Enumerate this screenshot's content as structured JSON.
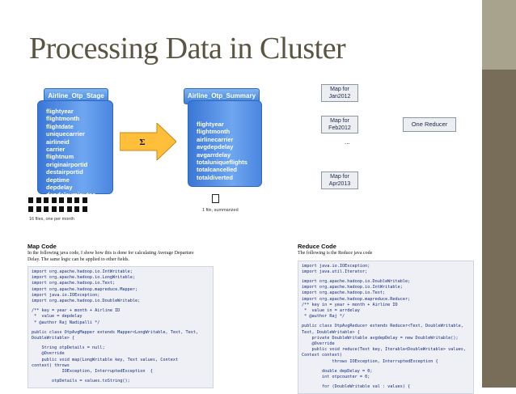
{
  "slide": {
    "title": "Processing Data in Cluster",
    "colors": {
      "title": "#5c5443",
      "sidebar": "#786d59",
      "sidebar_top": "#a8a38c",
      "table_blue": "#4b86e0"
    }
  },
  "source_table": {
    "name": "Airline_Otp_Stage",
    "fields": [
      "flightyear",
      "flightmonth",
      "flightdate",
      "uniquecarrier",
      "airlineid",
      "carrier",
      "flightnum",
      "originairportid",
      "destairportid",
      "deptime",
      "depdelay",
      "depdelayminutes"
    ],
    "caption": "16 files, one per month"
  },
  "arrow": {
    "symbol": "Σ"
  },
  "summary_table": {
    "name": "Airline_Otp_Summary",
    "fields": [
      "flightyear",
      "flightmonth",
      "airlinecarrier",
      "avgdepdelay",
      "avgarrdelay",
      "totaluniqueflights",
      "totalcancelled",
      "totaldiverted"
    ],
    "caption": "1 file, summarized"
  },
  "mappers": [
    {
      "line1": "Map for",
      "line2": "Jan2012"
    },
    {
      "line1": "Map for",
      "line2": "Feb2012"
    },
    {
      "line1": "Map for",
      "line2": "Apr2013"
    }
  ],
  "ellipsis": "...",
  "reducer": {
    "label": "One Reducer"
  },
  "map_code": {
    "title": "Map Code",
    "desc1": "In the following java code, I show how this is done for calculating Average Departure",
    "desc2": "Delay.  The same logic can be applied to other fields.",
    "lines": [
      "import org.apache.hadoop.io.IntWritable;",
      "import org.apache.hadoop.io.LongWritable;",
      "import org.apache.hadoop.io.Text;",
      "import org.apache.hadoop.mapreduce.Mapper;",
      "import java.io.IOException;",
      "import org.apache.hadoop.io.DoubleWritable;",
      "",
      "/** key = year + month + Airline ID",
      " *  value = depdelay",
      " * @author Raj Nadipalli */",
      "",
      "public class OtpAvgMapper extends Mapper<LongWritable, Text, Text,",
      "DoubleWritable> {",
      "",
      "    String otpDetails = null;",
      "    @Override",
      "    public void map(LongWritable key, Text values, Context",
      "context) throws",
      "            IOException, InterruptedException  {",
      "",
      "        otpDetails = values.toString();"
    ]
  },
  "reduce_code": {
    "title": "Reduce Code",
    "desc1": "The following is the Reduce java code",
    "lines": [
      "import java.io.IOException;",
      "import java.util.Iterator;",
      "",
      "import org.apache.hadoop.io.DoubleWritable;",
      "import org.apache.hadoop.io.IntWritable;",
      "import org.apache.hadoop.io.Text;",
      "import org.apache.hadoop.mapreduce.Reducer;",
      "/** key in = year + month + Airline ID",
      " *  value in = arrdelay",
      " * @author Raj */",
      "",
      "public class OtpAvgReducer extends Reducer<Text, DoubleWritable,",
      "Text, DoubleWritable> {",
      "    private DoubleWritable avgdepDelay = new DoubleWritable();",
      "    @Override",
      "    public void reduce(Text key, Iterable<DoubleWritable> values,",
      "Context context)",
      "            throws IOException, InterruptedException {",
      "",
      "        double depDelay = 0;",
      "        int otpcounter = 0;",
      "",
      "        for (DoubleWritable val : values) {"
    ]
  }
}
